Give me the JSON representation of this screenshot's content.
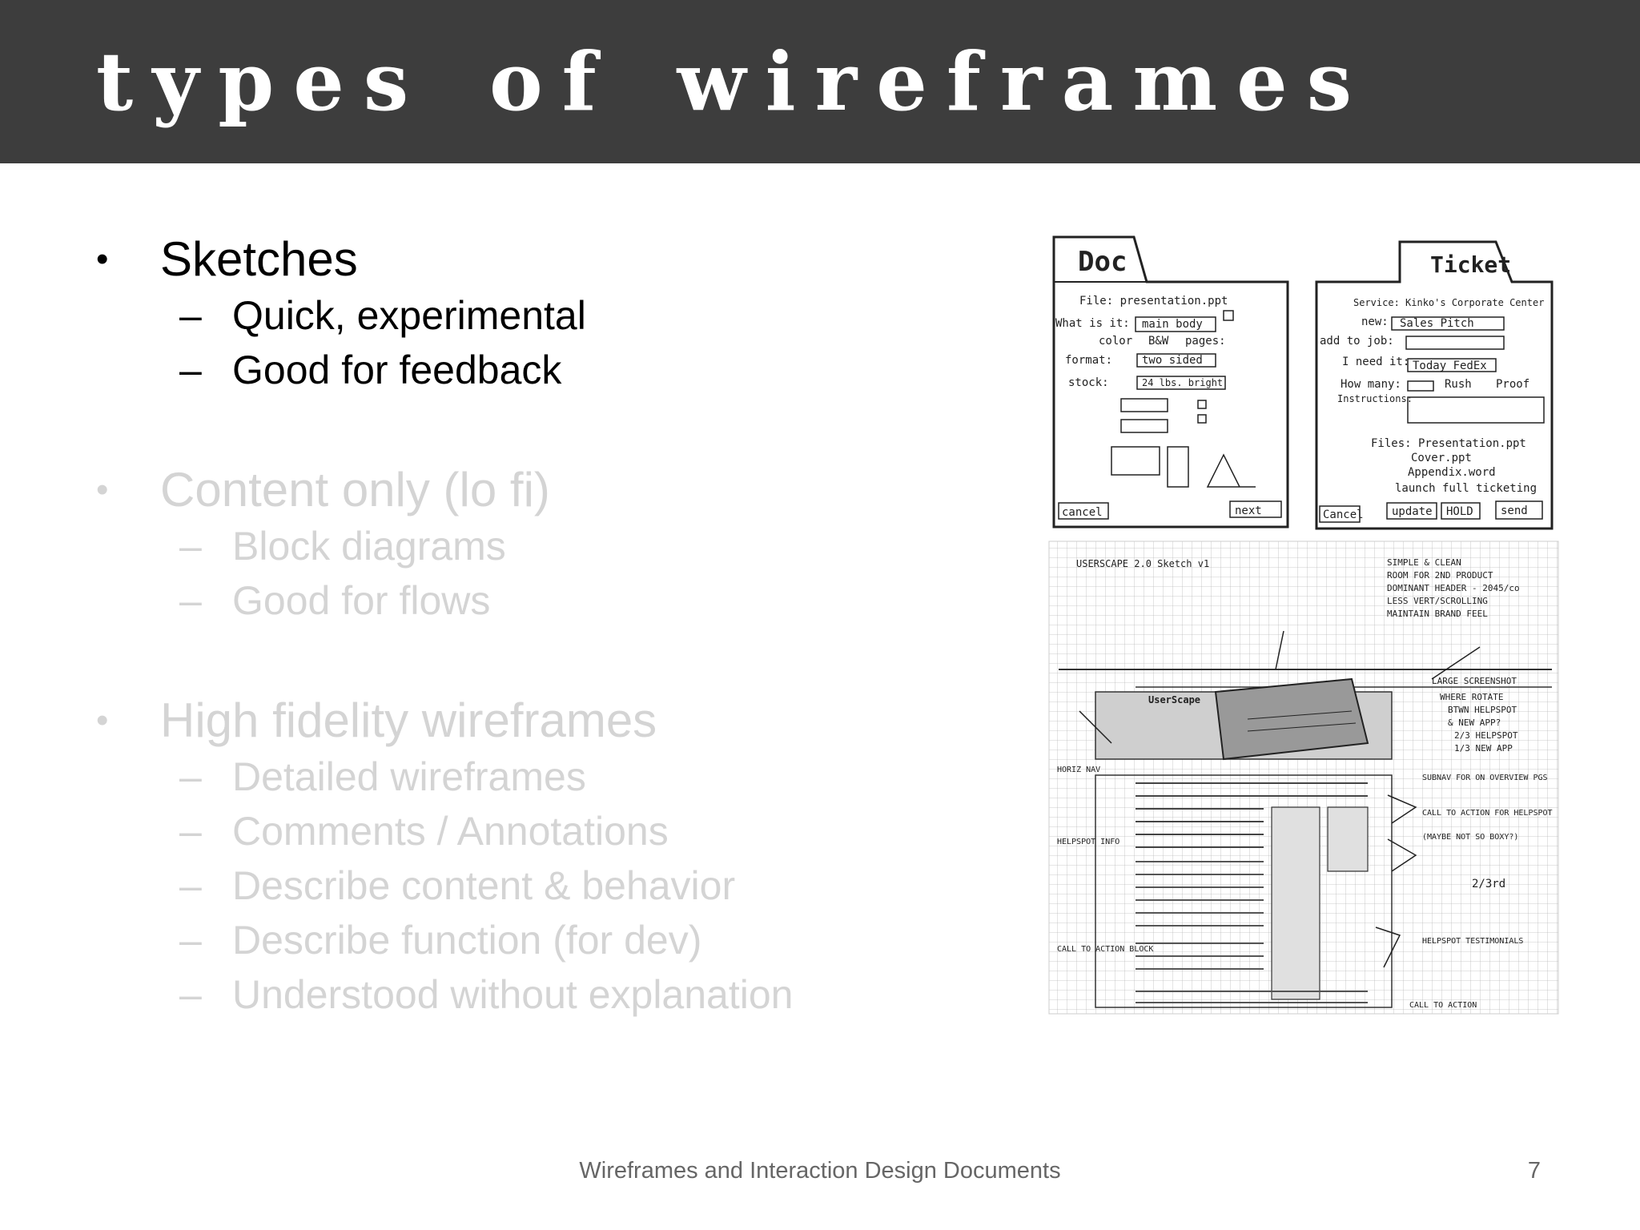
{
  "slide": {
    "title": "types of wireframes",
    "footer": "Wireframes and Interaction Design Documents",
    "page_number": "7"
  },
  "bullets": [
    {
      "label": "Sketches",
      "state": "active",
      "items": [
        "Quick, experimental",
        "Good for feedback"
      ]
    },
    {
      "label": "Content only (lo fi)",
      "state": "dim",
      "items": [
        "Block diagrams",
        "Good for flows"
      ]
    },
    {
      "label": "High fidelity wireframes",
      "state": "dim",
      "items": [
        "Detailed wireframes",
        "Comments / Annotations",
        "Describe content & behavior",
        "Describe function (for dev)",
        "Understood without explanation"
      ]
    }
  ],
  "sketch": {
    "doc_tab": "Doc",
    "ticket_tab": "Ticket",
    "doc_fields": {
      "file": "File: presentation.ppt",
      "what": "What is it:",
      "what_value": "main body",
      "color": "color",
      "bw": "B&W",
      "pages": "pages:",
      "format": "format:",
      "format_value": "two sided",
      "stock": "stock:",
      "stock_value": "24 lbs. bright",
      "cancel": "cancel",
      "next": "next"
    },
    "ticket_fields": {
      "service": "Service: Kinko's Corporate Center",
      "new": "new:",
      "new_value": "Sales Pitch",
      "add_job": "add to job:",
      "need": "I need it:",
      "need_value": "Today FedEx",
      "how_many": "How many:",
      "rush": "Rush",
      "proof": "Proof",
      "instructions": "Instructions:",
      "files": "Files: Presentation.ppt",
      "file2": "Cover.ppt",
      "file3": "Appendix.word",
      "launch": "launch full ticketing",
      "cancel": "Cancel",
      "update": "update",
      "hold": "HOLD",
      "send": "send"
    },
    "grid_notes": {
      "heading": "USERSCAPE 2.0  Sketch v1",
      "brand": "UserScape",
      "notes": [
        "SIMPLE & CLEAN",
        "ROOM FOR 2ND PRODUCT",
        "DOMINANT HEADER - 2045/co",
        "LESS VERT/SCROLLING",
        "MAINTAIN BRAND FEEL"
      ],
      "side_notes": [
        "LARGE SCREENSHOT",
        "WHERE ROTATE",
        "BTWN HELPSPOT",
        "& NEW APP?",
        "2/3 HELPSPOT",
        "1/3 NEW APP"
      ],
      "left_notes": [
        "HORIZ NAV",
        "HELPSPOT INFO",
        "CALL TO ACTION BLOCK"
      ],
      "right_notes": [
        "SUBNAV FOR ON OVERVIEW PGS",
        "CALL TO ACTION FOR HELPSPOT",
        "(MAYBE NOT SO BOXY?)",
        "HELPSPOT TESTIMONIALS"
      ],
      "mark": "2/3rd",
      "bottom": "CALL TO ACTION"
    }
  }
}
